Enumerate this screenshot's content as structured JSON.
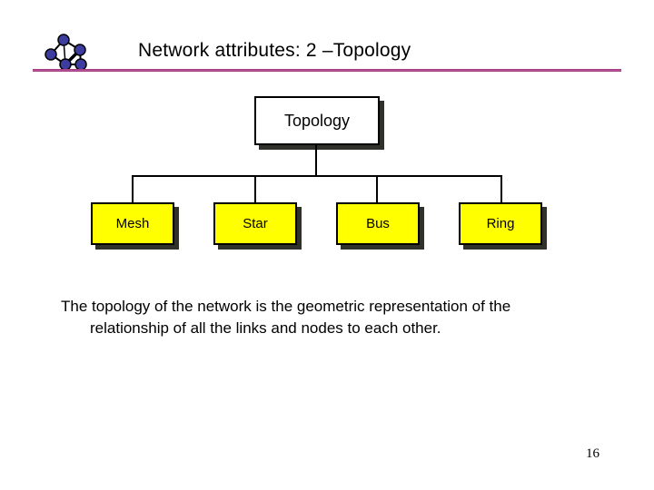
{
  "header": {
    "title": "Network attributes: 2 –Topology",
    "accent_line_color": "#a83487"
  },
  "diagram": {
    "root": "Topology",
    "children": [
      "Mesh",
      "Star",
      "Bus",
      "Ring"
    ],
    "root_fill": "#ffffff",
    "child_fill": "#ffff00",
    "connector_color": "#000000",
    "shadow_color": "#31312b"
  },
  "body": {
    "line1": "The topology of the network is the geometric representation of the",
    "line2": "relationship of all the links and nodes to each other."
  },
  "footer": {
    "page_number": "16"
  },
  "logo": {
    "node_color": "#3d3da0",
    "edge_color": "#000000"
  }
}
